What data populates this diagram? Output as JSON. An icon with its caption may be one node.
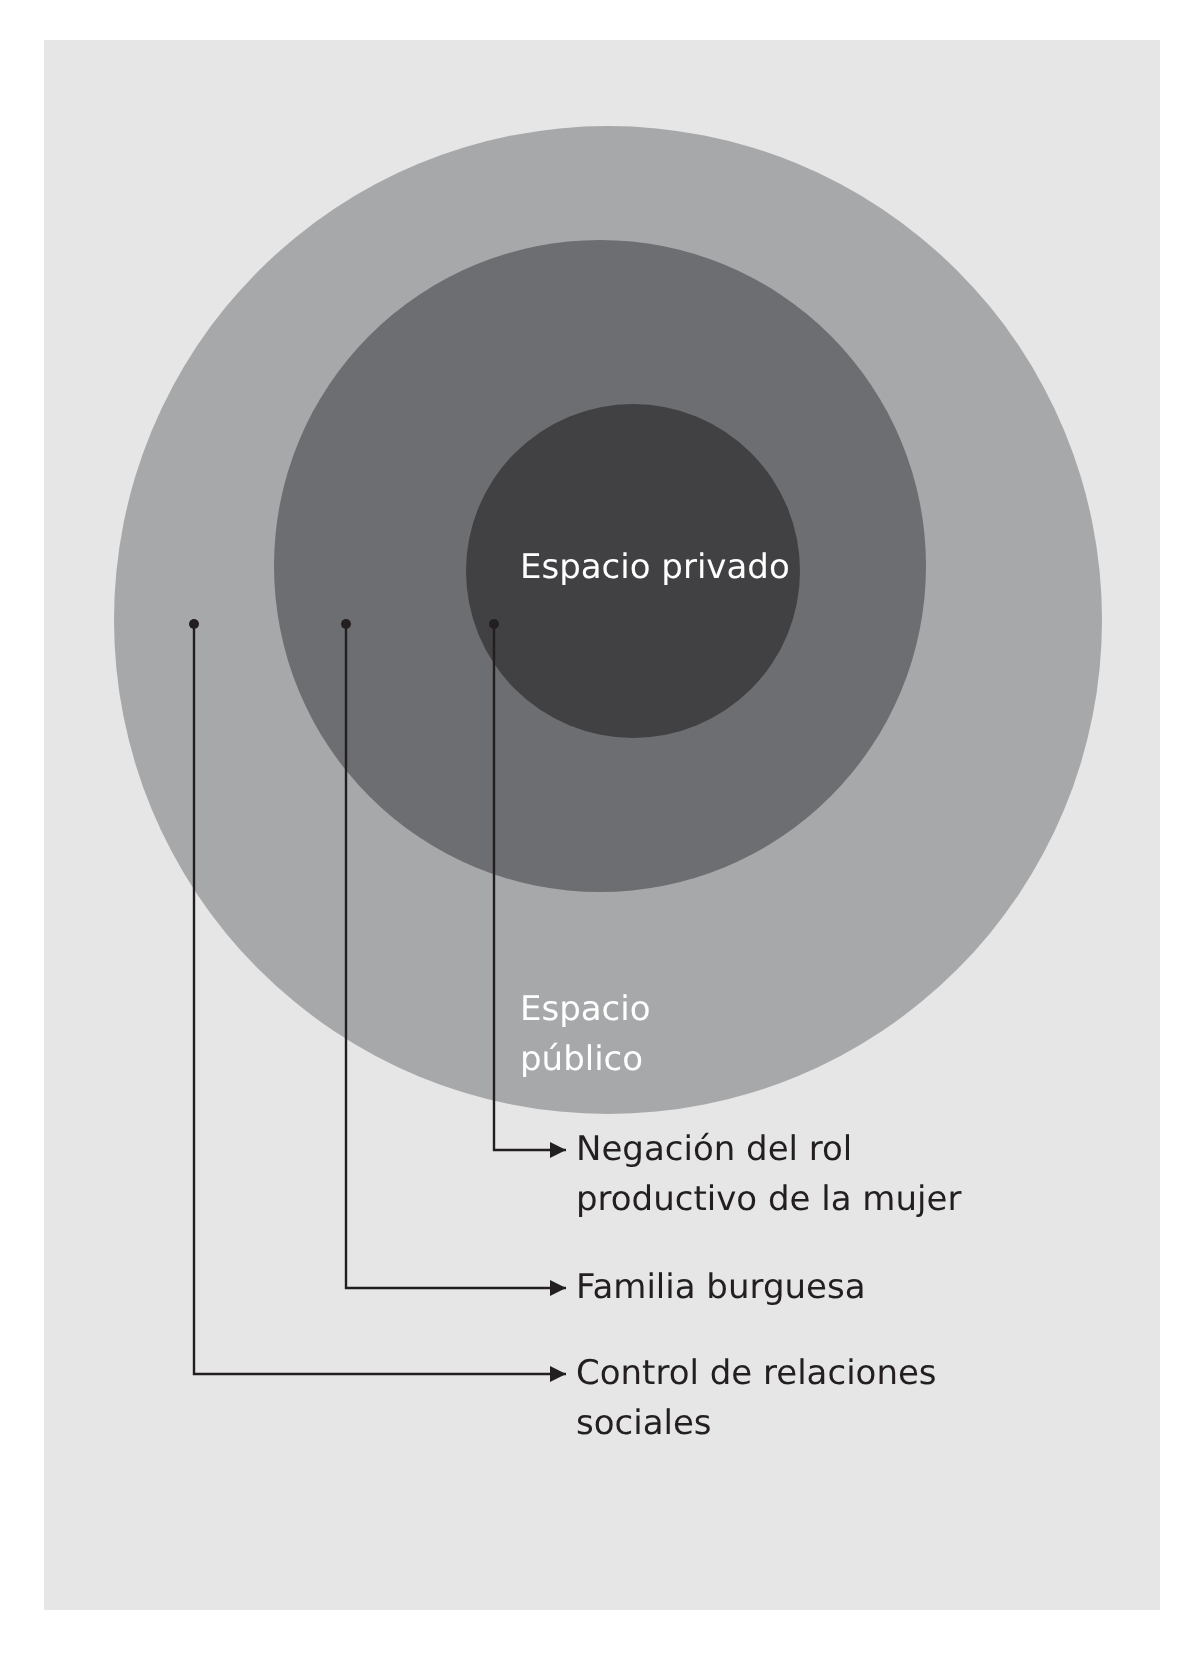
{
  "diagram": {
    "nodes": [
      {
        "text": [
          "Espacio público"
        ]
      },
      {
        "text": [],
        "shape": "circle",
        "in": 0
      },
      {
        "text": [
          "Espacio privado"
        ],
        "in": 1
      },
      {
        "text": [
          "Negación del rol productivo de la mujer"
        ]
      },
      {
        "text": [
          "Familia burguesa"
        ]
      },
      {
        "text": [
          "Control de relaciones sociales"
        ]
      }
    ],
    "edges": [
      {
        "from": 2,
        "to": 3,
        "arrow": "to"
      },
      {
        "from": 1,
        "to": 4,
        "arrow": "to"
      },
      {
        "from": 0,
        "to": 5,
        "arrow": "to"
      }
    ]
  }
}
